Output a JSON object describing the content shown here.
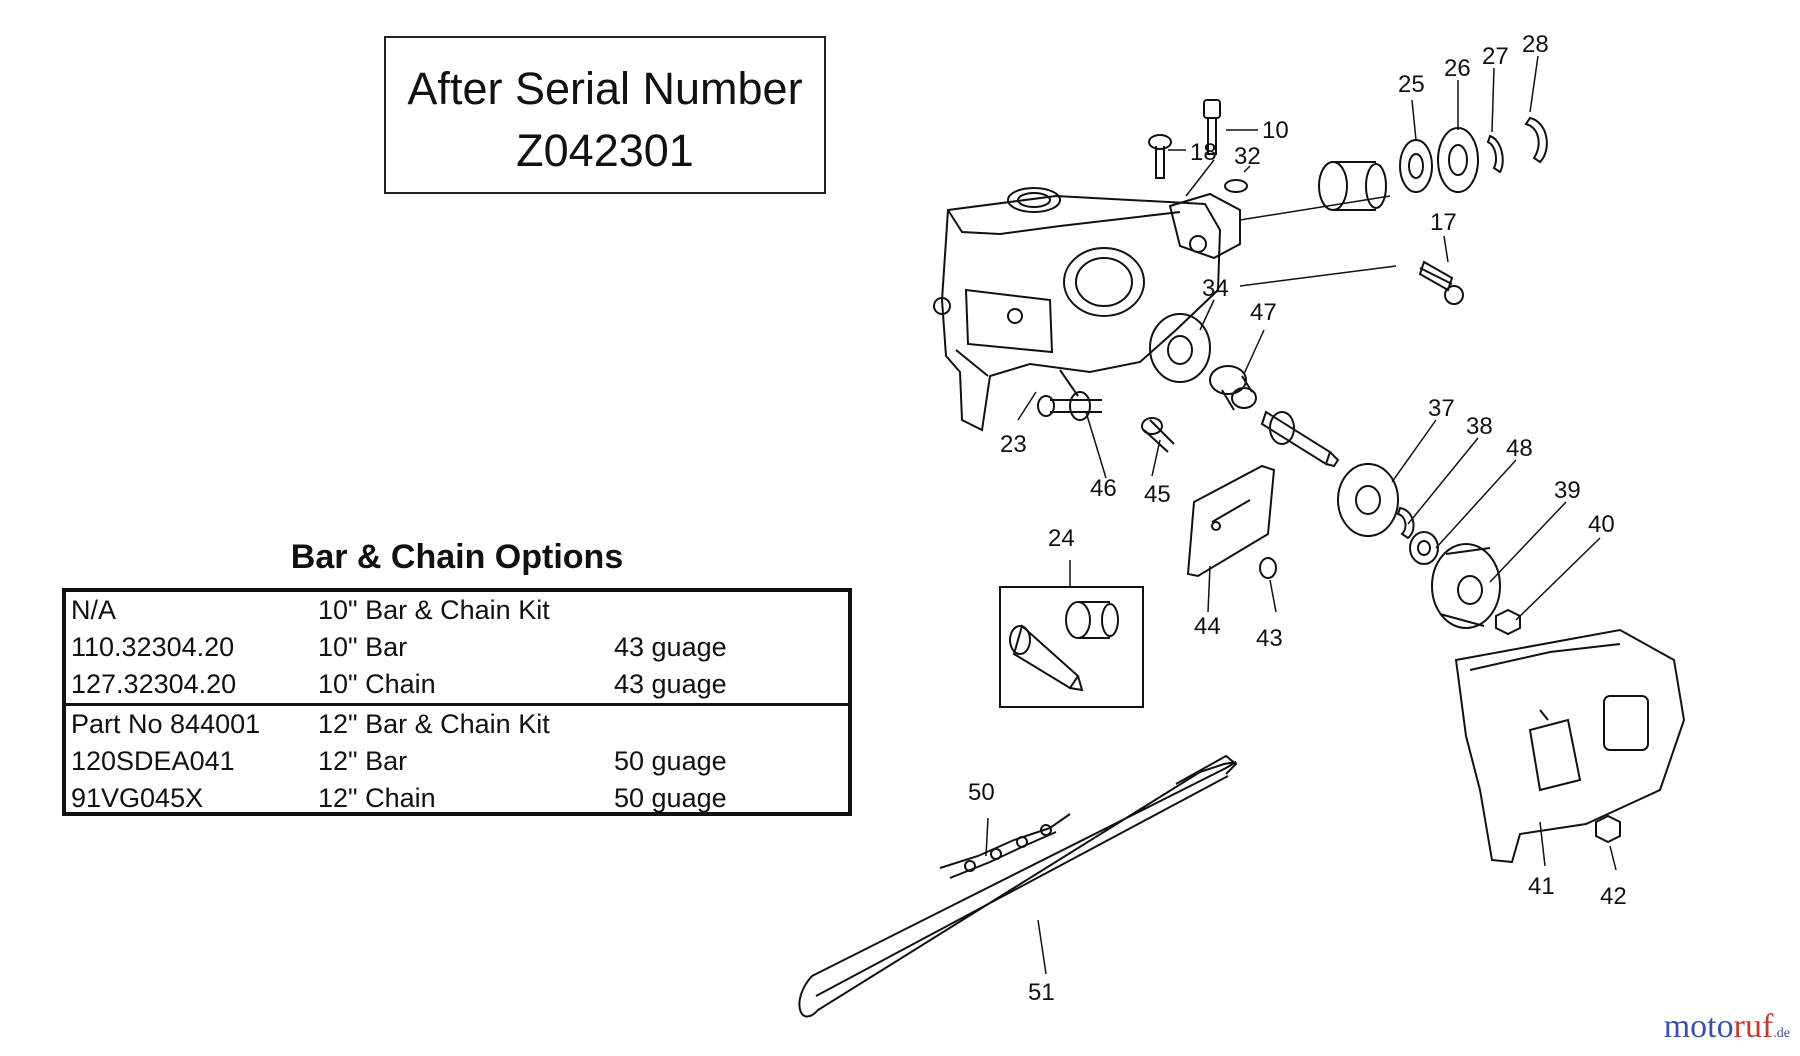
{
  "serial_box": {
    "line1": "After Serial Number",
    "line2": "Z042301"
  },
  "options": {
    "title": "Bar & Chain Options",
    "group1": [
      {
        "part": "N/A",
        "desc": "10\" Bar & Chain Kit",
        "gauge": ""
      },
      {
        "part": "110.32304.20",
        "desc": "10\" Bar",
        "gauge": "43 guage"
      },
      {
        "part": "127.32304.20",
        "desc": "10\" Chain",
        "gauge": "43 guage"
      }
    ],
    "group2": [
      {
        "part": "Part No 844001",
        "desc": "12\" Bar & Chain Kit",
        "gauge": ""
      },
      {
        "part": "120SDEA041",
        "desc": "12\" Bar",
        "gauge": "50 guage"
      },
      {
        "part": "91VG045X",
        "desc": "12\" Chain",
        "gauge": "50 guage"
      }
    ]
  },
  "callouts": {
    "c10": "10",
    "c18": "18",
    "c32": "32",
    "c25": "25",
    "c26": "26",
    "c27": "27",
    "c28": "28",
    "c17": "17",
    "c34": "34",
    "c47": "47",
    "c37": "37",
    "c38": "38",
    "c48": "48",
    "c39": "39",
    "c40": "40",
    "c23": "23",
    "c46": "46",
    "c45": "45",
    "c24": "24",
    "c44": "44",
    "c43": "43",
    "c41": "41",
    "c42": "42",
    "c50": "50",
    "c51": "51"
  },
  "brand": {
    "main": "moto",
    "accent": "ruf",
    "suffix": ".de"
  }
}
